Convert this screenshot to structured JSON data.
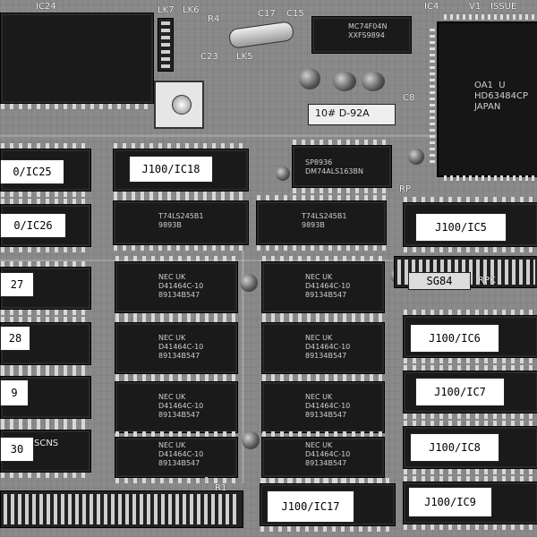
{
  "board": {
    "silkscreen": {
      "ic24": "IC24",
      "lk7": "LK7",
      "lk6": "LK6",
      "r4": "R4",
      "c17": "C17",
      "c15": "C15",
      "ic4": "IC4",
      "v1": "V1",
      "issue": "ISSUE",
      "c23": "C23",
      "lk5": "LK5",
      "c8": "C8",
      "rp": "RP",
      "rpk": "RPK",
      "scns": "SCNS",
      "r1": "R1",
      "one": "1"
    },
    "labels": {
      "ic25": "0/IC25",
      "ic18": "J100/IC18",
      "ic26": "0/IC26",
      "ic5": "J100/IC5",
      "ic27": "27",
      "sg84": "SG84",
      "ic28": "28",
      "ic6": "J100/IC6",
      "ic29": "9",
      "ic7": "J100/IC7",
      "ic30": "30",
      "ic8": "J100/IC8",
      "ic17": "J100/IC17",
      "ic9": "J100/IC9"
    },
    "chip_markings": {
      "cpu": "OA1  U\nHD63484CP\nJAPAN",
      "buffer_left": "T74LS245B1\n9893B",
      "buffer_right": "T74LS245B1\n9893B",
      "comparator": "SP8936\nDM74ALS163BN",
      "top_chip": "MC74F04N\nXXFS9894",
      "crystal": "10#  D-92A",
      "ram": "NEC UK\nD41464C-10\n89134B547"
    }
  }
}
